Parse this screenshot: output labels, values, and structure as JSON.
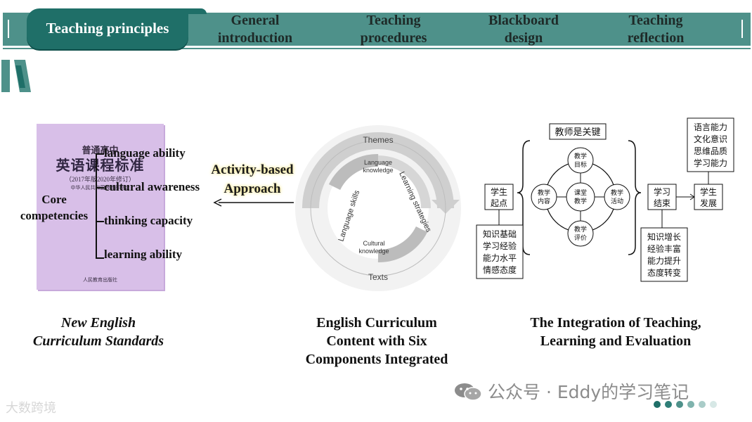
{
  "nav": {
    "active_tab": "Teaching principles",
    "tabs": [
      {
        "line1": "General",
        "line2": "introduction"
      },
      {
        "line1": "Teaching",
        "line2": "procedures"
      },
      {
        "line1": "Blackboard",
        "line2": "design"
      },
      {
        "line1": "Teaching",
        "line2": "reflection"
      }
    ]
  },
  "book": {
    "line1": "普通高中",
    "line2": "英语课程标准",
    "line3": "（2017年版2020年修订）",
    "line4": "中华人民共和国教育部制定",
    "publisher": "人民教育出版社"
  },
  "competencies": {
    "core_line1": "Core",
    "core_line2": "competencies",
    "items": [
      "language ability",
      "cultural awareness",
      "thinking capacity",
      "learning ability"
    ]
  },
  "activity": {
    "line1": "Activity-based",
    "line2": "Approach"
  },
  "circle_diagram": {
    "outer_top": "Themes",
    "outer_bottom": "Texts",
    "left_arc": "Language skills",
    "right_arc": "Learning strategies",
    "inner_top_line1": "Language",
    "inner_top_line2": "knowledge",
    "inner_bottom_line1": "Cultural",
    "inner_bottom_line2": "knowledge"
  },
  "teaching_diagram": {
    "top_label": "教师是关键",
    "center": [
      "课堂",
      "教学"
    ],
    "node_top": [
      "教学",
      "目标"
    ],
    "node_left": [
      "教学",
      "内容"
    ],
    "node_right": [
      "教学",
      "活动"
    ],
    "node_bottom": [
      "教学",
      "评价"
    ],
    "start": [
      "学生",
      "起点"
    ],
    "start_detail": [
      "知识基础",
      "学习经验",
      "能力水平",
      "情感态度"
    ],
    "end": [
      "学习",
      "结束"
    ],
    "end_detail": [
      "知识增长",
      "经验丰富",
      "能力提升",
      "态度转变"
    ],
    "development": [
      "学生",
      "发展"
    ],
    "development_detail": [
      "语言能力",
      "文化意识",
      "思维品质",
      "学习能力"
    ]
  },
  "captions": {
    "left_line1": "New English",
    "left_line2": "Curriculum Standards",
    "mid_line1": "English Curriculum",
    "mid_line2": "Content with Six",
    "mid_line3": "Components Integrated",
    "right_line1": "The Integration of Teaching,",
    "right_line2": "Learning and Evaluation"
  },
  "watermark": {
    "left": "大数跨境",
    "right": "公众号 · Eddy的学习笔记"
  },
  "colors": {
    "nav": "#4e918a",
    "nav_active": "#1f6f68",
    "book": "#d8bfe8",
    "highlight": "#f3e58a"
  },
  "pager": {
    "dot_count": 6,
    "active_index": 0
  }
}
